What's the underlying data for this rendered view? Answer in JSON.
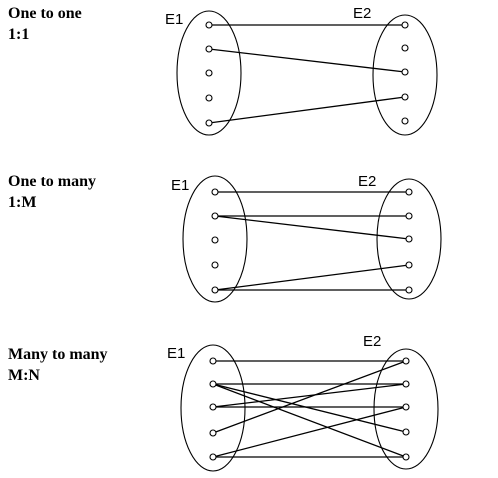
{
  "panels": [
    {
      "title": "One to one",
      "notation": "1:1",
      "left_entity": "E1",
      "right_entity": "E2",
      "left_points": 5,
      "right_points": 5,
      "connections": [
        [
          0,
          0
        ],
        [
          1,
          2
        ],
        [
          4,
          3
        ]
      ]
    },
    {
      "title": "One to many",
      "notation": "1:M",
      "left_entity": "E1",
      "right_entity": "E2",
      "left_points": 5,
      "right_points": 5,
      "connections": [
        [
          0,
          0
        ],
        [
          1,
          1
        ],
        [
          1,
          2
        ],
        [
          4,
          3
        ],
        [
          4,
          4
        ]
      ]
    },
    {
      "title": "Many to many",
      "notation": "M:N",
      "left_entity": "E1",
      "right_entity": "E2",
      "left_points": 5,
      "right_points": 5,
      "connections": [
        [
          0,
          0
        ],
        [
          1,
          1
        ],
        [
          1,
          3
        ],
        [
          1,
          4
        ],
        [
          2,
          1
        ],
        [
          2,
          2
        ],
        [
          3,
          0
        ],
        [
          4,
          2
        ],
        [
          4,
          4
        ]
      ]
    }
  ]
}
